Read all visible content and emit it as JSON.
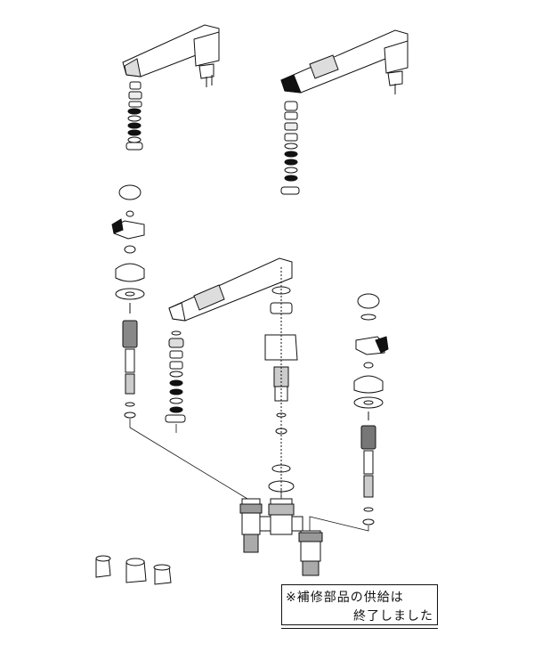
{
  "diagram": {
    "description_type": "exploded-parts-diagram",
    "notice": {
      "line1": "※補修部品の供給は",
      "line2": "終了しました"
    }
  }
}
